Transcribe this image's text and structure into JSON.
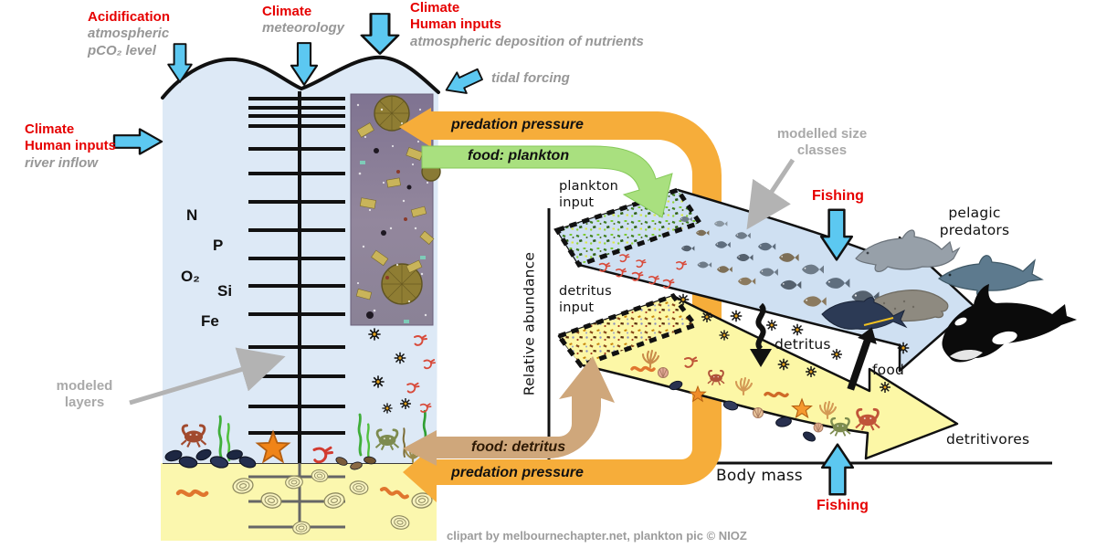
{
  "colors": {
    "red_label": "#e60000",
    "gray_label": "#9c9c9c",
    "arrow_blue": "#5cc8f1",
    "band_orange": "#f6ad3a",
    "band_green": "#a9e07f",
    "band_tan": "#cfa77b",
    "water": "#dde9f6",
    "sediment": "#fbf7ae",
    "spectrum_blue": "#cfe0f2",
    "spectrum_yellow": "#fcf7a6"
  },
  "labels": {
    "acidification": "Acidification",
    "acidification_sub1": "atmospheric",
    "acidification_sub2": "pCO₂ level",
    "climate_met": "Climate",
    "meteorology": "meteorology",
    "climate_top": "Climate",
    "human_inputs_top": "Human inputs",
    "atm_deposition": "atmospheric deposition of nutrients",
    "tidal_forcing": "tidal forcing",
    "climate_left": "Climate",
    "human_inputs_left": "Human inputs",
    "river_inflow": "river inflow",
    "modeled_layers1": "modeled",
    "modeled_layers2": "layers",
    "predation_top": "predation pressure",
    "food_plankton": "food: plankton",
    "plankton_input1": "plankton",
    "plankton_input2": "input",
    "size_classes1": "modelled size",
    "size_classes2": "classes",
    "fishing_top": "Fishing",
    "pelagic1": "pelagic",
    "pelagic2": "predators",
    "detritus_input1": "detritus",
    "detritus_input2": "input",
    "detritus": "detritus",
    "food": "food",
    "detritivores": "detritivores",
    "relative_abundance": "Relative abundance",
    "body_mass": "Body mass",
    "food_detritus": "food: detritus",
    "predation_bottom": "predation pressure",
    "fishing_bottom": "Fishing",
    "credit": "clipart by melbournechapter.net, plankton pic © NIOZ"
  },
  "nutrients": [
    "N",
    "P",
    "O₂",
    "Si",
    "Fe"
  ]
}
